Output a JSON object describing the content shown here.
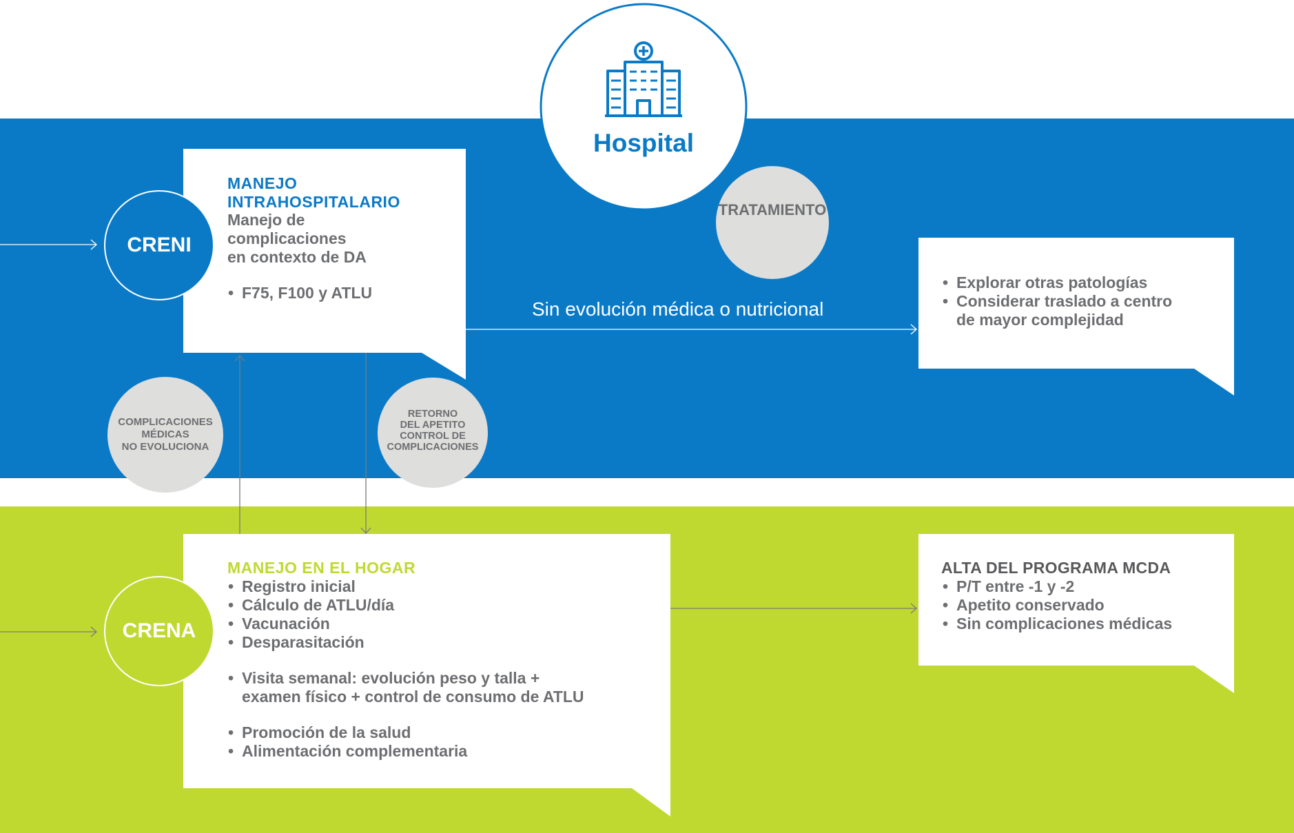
{
  "hospital": {
    "title": "Hospital"
  },
  "tratamiento": {
    "label": "TRATAMIENTO"
  },
  "creni": {
    "label": "CRENI",
    "heading": "MANEJO\nINTRAHOSPITALARIO",
    "subheading": "Manejo de\ncomplicaciones\nen contexto de DA",
    "bullets": [
      "F75, F100 y ATLU"
    ]
  },
  "complicaciones": {
    "label": "COMPLICACIONES\nMÉDICAS\nNO EVOLUCIONA"
  },
  "retorno": {
    "label": "RETORNO\nDEL APETITO\nCONTROL DE\nCOMPLICACIONES"
  },
  "sin_evolucion": {
    "label": "Sin evolución médica o nutricional"
  },
  "explorar": {
    "bullets": [
      "Explorar otras patologías",
      "Considerar traslado a centro\nde mayor complejidad"
    ]
  },
  "crena": {
    "label": "CRENA",
    "heading": "MANEJO EN EL HOGAR",
    "bullets_group1": [
      "Registro inicial",
      "Cálculo de ATLU/día",
      "Vacunación",
      "Desparasitación"
    ],
    "bullets_group2": [
      "Visita semanal: evolución peso y talla +\nexamen físico + control de consumo de ATLU"
    ],
    "bullets_group3": [
      "Promoción de la salud",
      "Alimentación complementaria"
    ]
  },
  "alta": {
    "heading": "ALTA DEL PROGRAMA MCDA",
    "bullets": [
      "P/T entre -1 y -2",
      "Apetito conservado",
      "Sin complicaciones médicas"
    ]
  },
  "colors": {
    "blue": "#0a7ac7",
    "green": "#c0d930",
    "grey_circle": "#dededc",
    "text_grey": "#6d6e71"
  },
  "icons": {
    "hospital": "hospital-building-icon"
  }
}
